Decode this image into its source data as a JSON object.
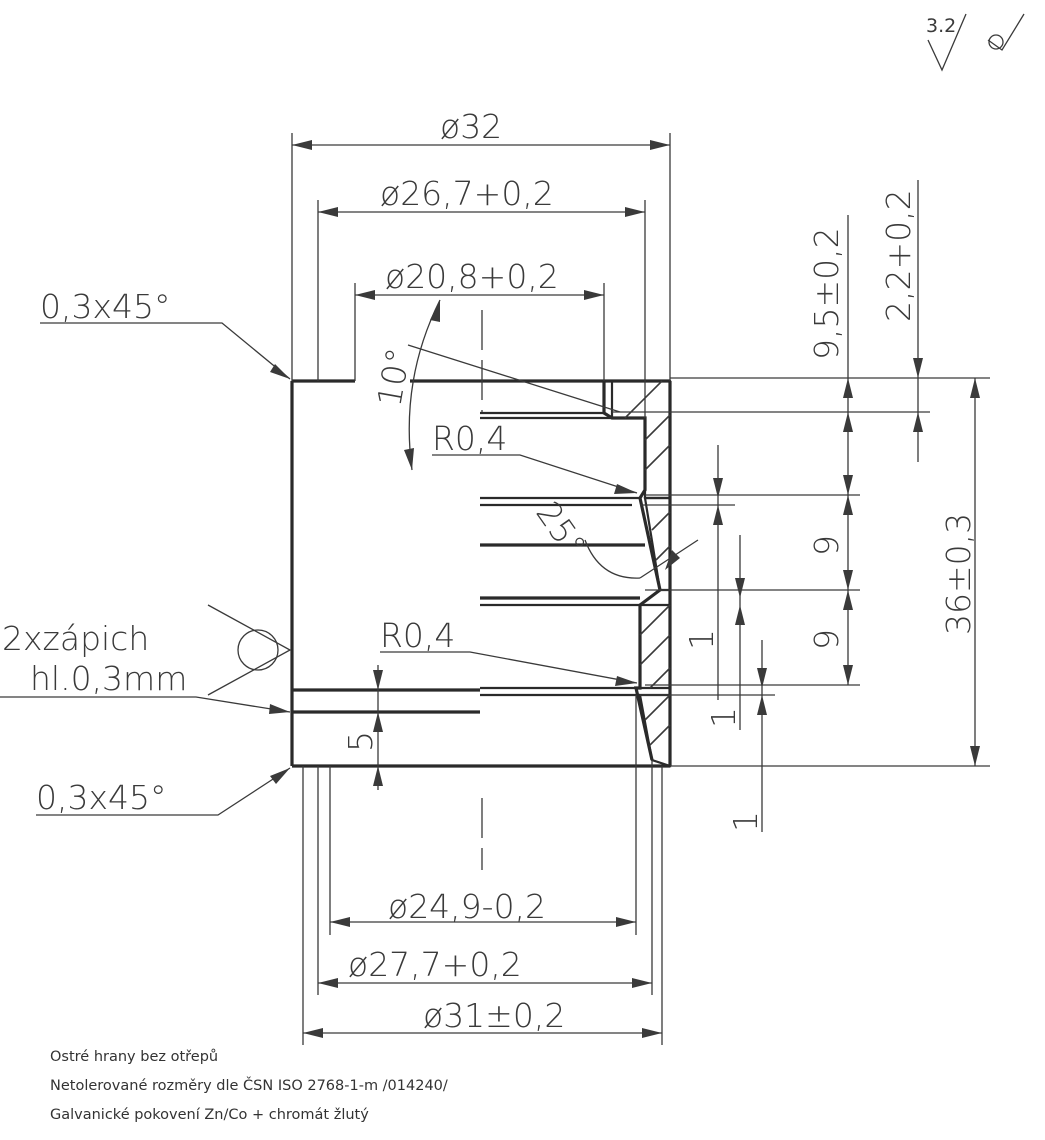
{
  "surface": {
    "roughness": "3.2"
  },
  "dimensions": {
    "d32": "ø32",
    "d26_7": "ø26,7+0,2",
    "d20_8": "ø20,8+0,2",
    "d24_9": "ø24,9-0,2",
    "d27_7": "ø27,7+0,2",
    "d31": "ø31±0,2",
    "h9_5": "9,5±0,2",
    "h2_2": "2,2+0,2",
    "h9_top": "9",
    "h9_bottom": "9",
    "h36": "36±0,3",
    "h1_a": "1",
    "h1_b": "1",
    "h1_c": "1",
    "h5": "5",
    "angle10": "10°",
    "angle25": "25°",
    "r_top": "R0,4",
    "r_bottom": "R0,4"
  },
  "callouts": {
    "chamfer_top": "0,3x45°",
    "chamfer_bottom": "0,3x45°",
    "groove_line1": "2xzápich",
    "groove_line2": "hl.0,3mm"
  },
  "notes": [
    "Ostré hrany bez otřepů",
    "Netolerované rozměry dle ČSN ISO 2768-1-m /014240/",
    "Galvanické pokovení Zn/Co + chromát žlutý"
  ]
}
